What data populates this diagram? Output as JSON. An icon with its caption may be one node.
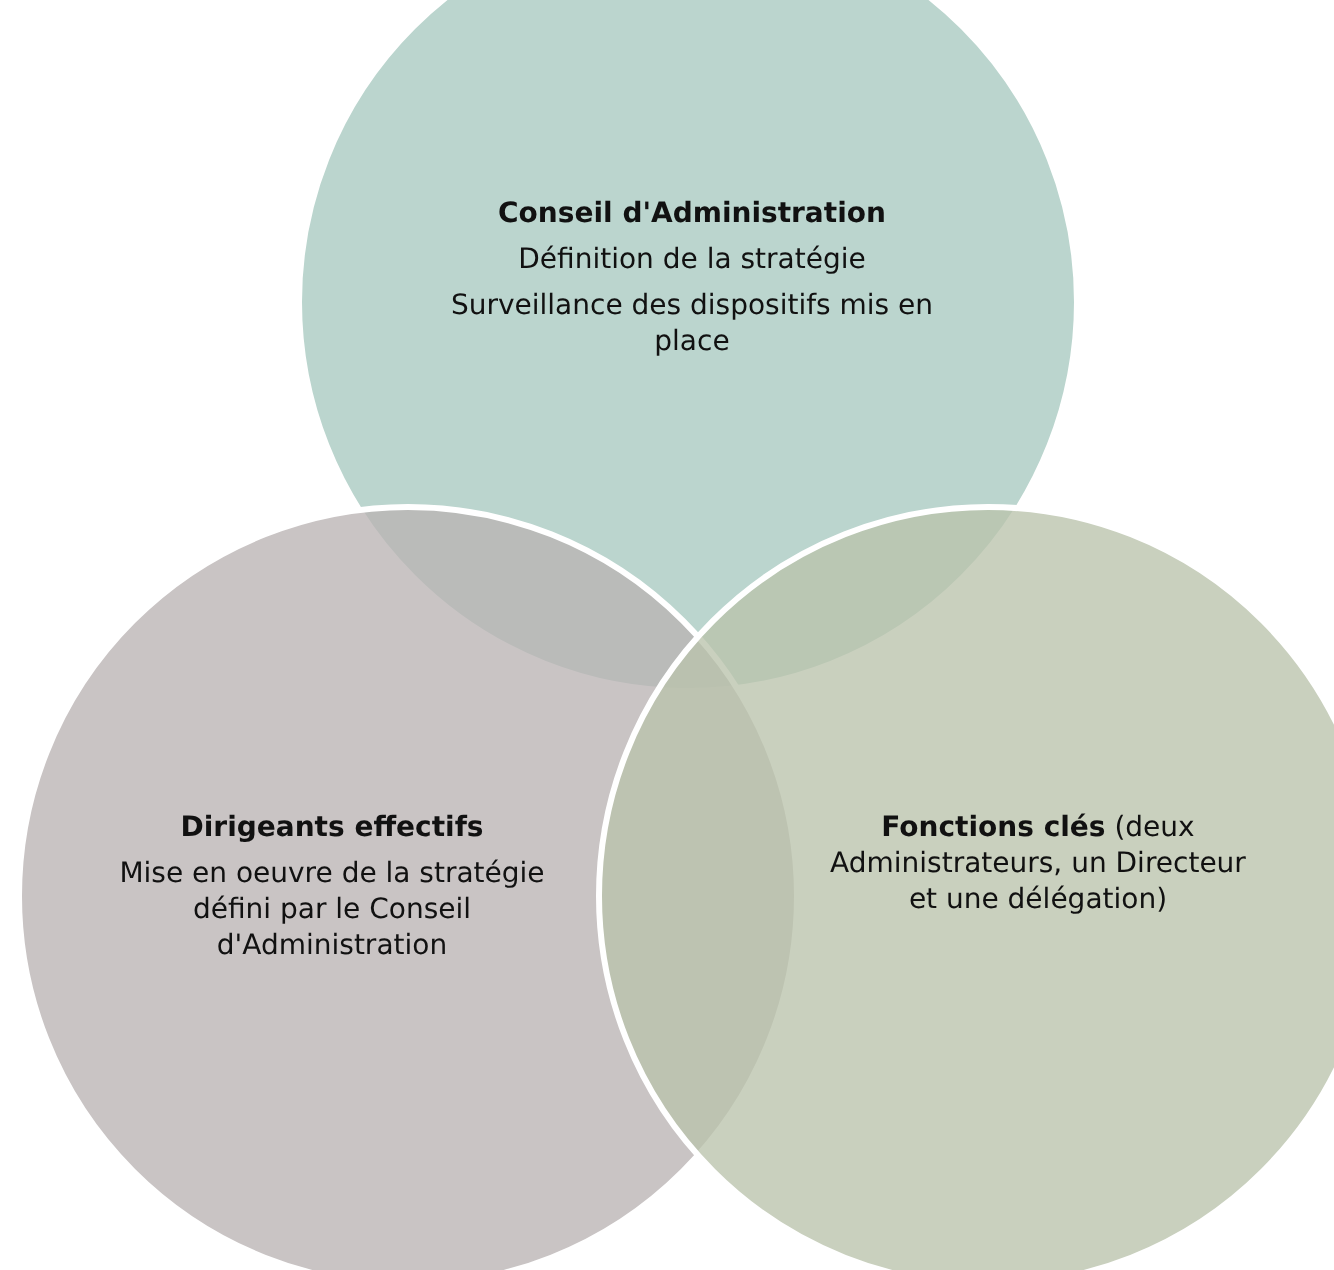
{
  "diagram": {
    "nodes": [
      {
        "text": [
          "Conseil d'Administration",
          "Définition de la stratégie",
          "Surveillance des dispositifs mis en place"
        ]
      },
      {
        "text": [
          "Dirigeants effectifs",
          "Mise en oeuvre de la stratégie défini par le Conseil d'Administration"
        ]
      },
      {
        "text": [
          "**Fonctions clés** (deux Administrateurs, un Directeur et une délégation)"
        ]
      }
    ]
  }
}
